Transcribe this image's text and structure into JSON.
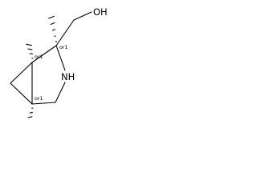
{
  "molecule": {
    "atoms": {
      "hydroxyl": "OH",
      "amine": "NH"
    },
    "stereo_labels": {
      "c2": "or1",
      "c1": "or1",
      "c5": "or1"
    }
  }
}
